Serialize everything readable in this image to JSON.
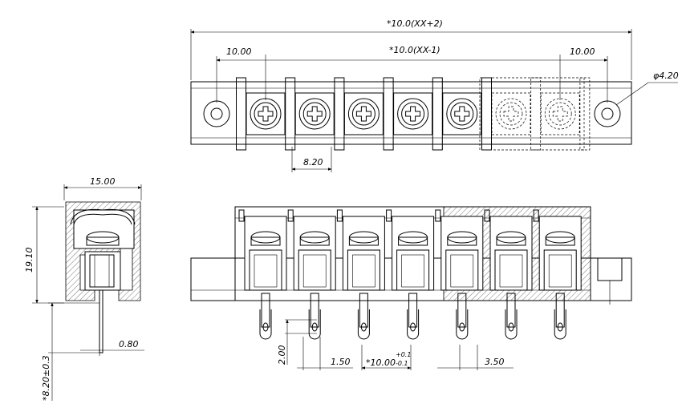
{
  "dimensions": {
    "overall_length": "*10.0(XX+2)",
    "inner_span": "*10.0(XX-1)",
    "end_left": "10.00",
    "end_right": "10.00",
    "mount_hole": "φ4.20",
    "screw_width": "8.20",
    "side_width": "15.00",
    "side_height": "19.10",
    "pin_thickness": "0.80",
    "pin_length": "*8.20±0.3",
    "pin_slot": "2.00",
    "pin_width": "1.50",
    "pitch_base": "*10.00",
    "pitch_tol_plus": "+0.1",
    "pitch_tol_minus": "-0.1",
    "pin_offset": "3.50"
  },
  "views": [
    "top-view",
    "side-view",
    "front-view"
  ],
  "terminal_count": 7,
  "phantom_terminals": 2
}
